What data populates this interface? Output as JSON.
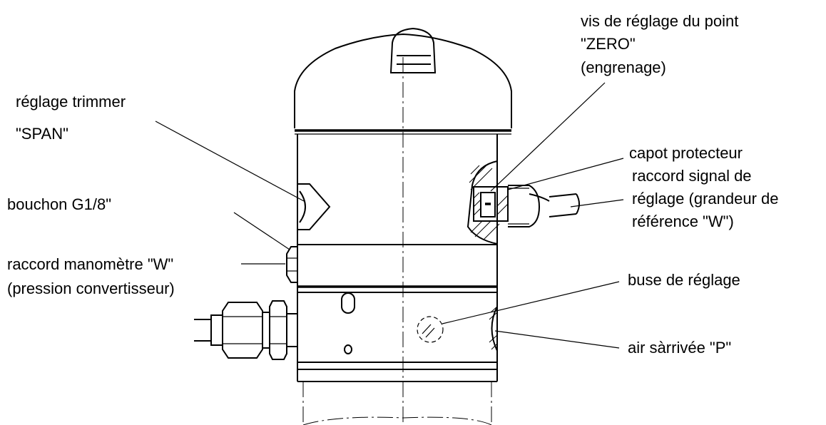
{
  "labels": {
    "zero_screw_line1": "vis de réglage du point",
    "zero_screw_line2": "\"ZERO\"",
    "zero_screw_line3": "(engrenage)",
    "span_trimmer_line1": "réglage trimmer",
    "span_trimmer_line2": "\"SPAN\"",
    "cover": "capot protecteur",
    "signal_line1": "raccord signal de",
    "signal_line2": "réglage (grandeur de",
    "signal_line3": "référence  \"W\")",
    "plug": "bouchon G1/8\"",
    "gauge_line1": "raccord manomètre \"W\"",
    "gauge_line2": "(pression convertisseur)",
    "nozzle": "buse de réglage",
    "air_supply": "air sàrrivée \"P\""
  }
}
